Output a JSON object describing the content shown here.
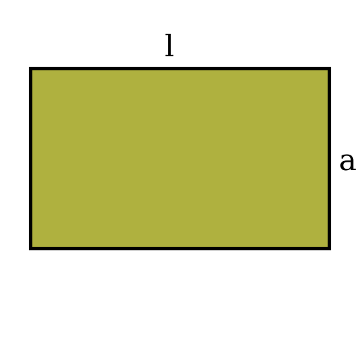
{
  "diagram": {
    "shape": "rectangle",
    "fill_color": "#afb13f",
    "stroke_color": "#000000",
    "labels": {
      "length": "l",
      "width": "a"
    }
  }
}
